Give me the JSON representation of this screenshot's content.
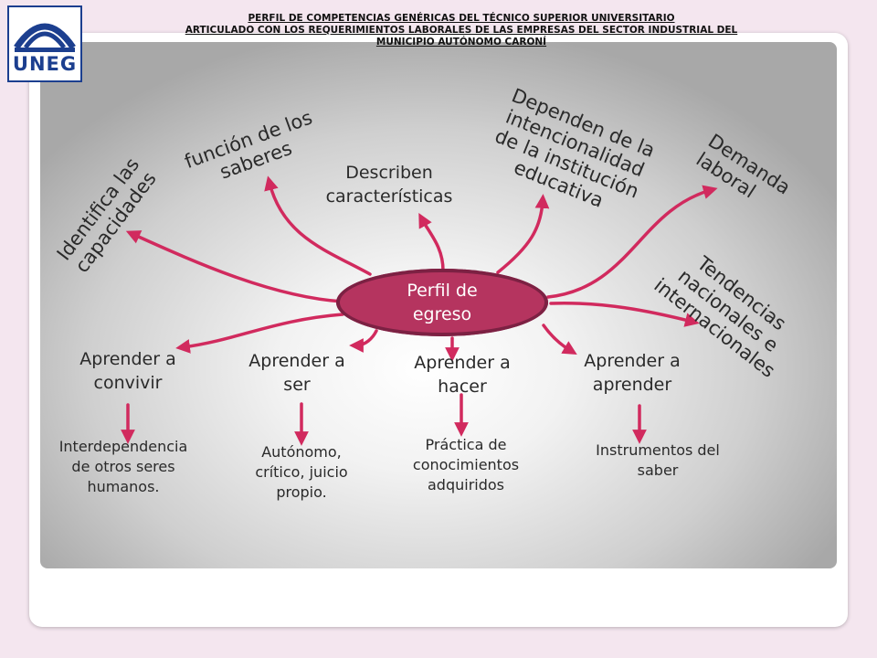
{
  "header": {
    "line1": "PERFIL  DE  COMPETENCIAS GENÉRICAS  DEL TÉCNICO SUPERIOR UNIVERSITARIO",
    "line2": "ARTICULADO  CON  LOS REQUERIMIENTOS  LABORALES DE LAS EMPRESAS DEL SECTOR INDUSTRIAL  DEL",
    "line3": "MUNICIPIO AUTÓNOMO CARONÍ"
  },
  "logo": {
    "text": "UNEG"
  },
  "colors": {
    "accent": "#b5345f",
    "arrow": "#d12a5e",
    "logo": "#1c3f8f"
  },
  "center": {
    "line1": "Perfil de",
    "line2": "egreso"
  },
  "branches": {
    "identifica": {
      "line1": "Identifica las",
      "line2": "capacidades"
    },
    "funcion": {
      "line1": "función de los",
      "line2": "saberes"
    },
    "describen": {
      "line1": "Describen",
      "line2": "características"
    },
    "dependen": {
      "line1": "Dependen de la",
      "line2": "intencionalidad",
      "line3": "de la institución",
      "line4": "educativa"
    },
    "demanda": {
      "line1": "Demanda",
      "line2": "laboral"
    },
    "tendencias": {
      "line1": "Tendencias",
      "line2": "nacionales e",
      "line3": "internacionales"
    }
  },
  "pillars": {
    "convivir": {
      "title1": "Aprender a",
      "title2": "convivir",
      "desc1": "Interdependencia",
      "desc2": "de otros seres",
      "desc3": "humanos."
    },
    "ser": {
      "title1": "Aprender a",
      "title2": "ser",
      "desc1": "Autónomo,",
      "desc2": "crítico, juicio",
      "desc3": "propio."
    },
    "hacer": {
      "title1": "Aprender a",
      "title2": "hacer",
      "desc1": "Práctica de",
      "desc2": "conocimientos",
      "desc3": "adquiridos"
    },
    "aprender": {
      "title1": "Aprender a",
      "title2": "aprender",
      "desc1": "Instrumentos  del",
      "desc2": "saber"
    }
  }
}
